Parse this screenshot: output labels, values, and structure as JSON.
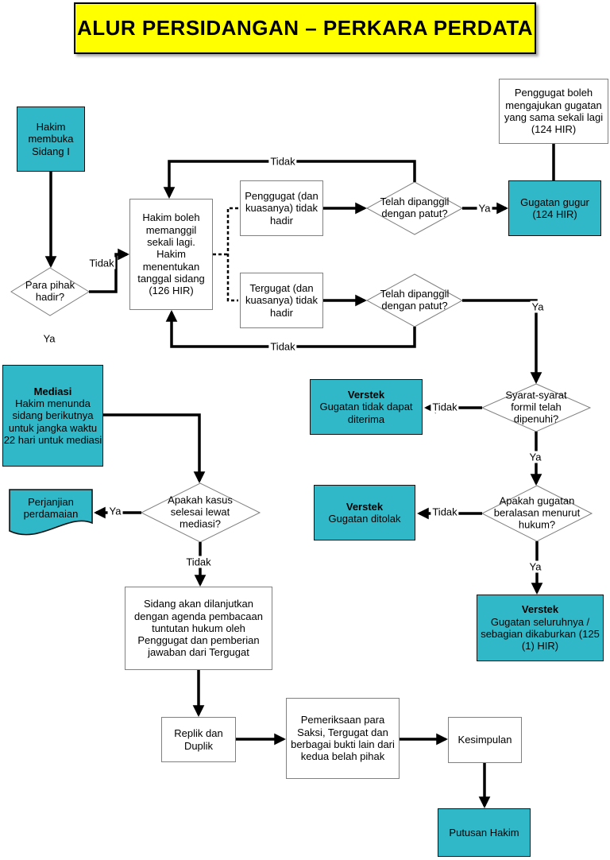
{
  "title": "ALUR PERSIDANGAN – PERKARA PERDATA",
  "colors": {
    "accent_teal": "#30B8C8",
    "title_yellow": "#FFFF00",
    "line_black": "#000000",
    "box_border_gray": "#808080"
  },
  "nodes": {
    "hakim_membuka": "Hakim membuka Sidang I",
    "para_pihak": "Para pihak hadir?",
    "hakim_boleh": "Hakim boleh memanggil sekali lagi. Hakim menentukan tanggal sidang (126 HIR)",
    "penggugat_absen": "Penggugat (dan kuasanya) tidak hadir",
    "tergugat_absen": "Tergugat (dan kuasanya) tidak hadir",
    "dipanggil_1": "Telah dipanggil dengan patut?",
    "dipanggil_2": "Telah dipanggil dengan patut?",
    "penggugat_boleh": "Penggugat boleh mengajukan gugatan yang sama sekali lagi (124 HIR)",
    "gugatan_gugur": "Gugatan gugur (124 HIR)",
    "mediasi_title": "Mediasi",
    "mediasi_body": "Hakim menunda sidang berikutnya untuk jangka waktu 22 hari untuk mediasi",
    "verstek_1_title": "Verstek",
    "verstek_1_body": "Gugatan tidak dapat diterima",
    "syarat_formil": "Syarat-syarat formil telah dipenuhi?",
    "verstek_2_title": "Verstek",
    "verstek_2_body": "Gugatan ditolak",
    "gugatan_beralasan": "Apakah gugatan beralasan menurut hukum?",
    "verstek_3_title": "Verstek",
    "verstek_3_body": "Gugatan seluruhnya / sebagian dikaburkan (125 (1) HIR)",
    "perjanjian": "Perjanjian perdamaian",
    "kasus_selesai": "Apakah kasus selesai lewat mediasi?",
    "sidang_lanjut": "Sidang akan dilanjutkan dengan agenda pembacaan tuntutan hukum oleh Penggugat dan pemberian jawaban dari Tergugat",
    "replik": "Replik dan Duplik",
    "pemeriksaan": "Pemeriksaan para Saksi, Tergugat dan berbagai bukti lain dari kedua belah pihak",
    "kesimpulan": "Kesimpulan",
    "putusan": "Putusan Hakim"
  },
  "edge_labels": {
    "tidak_loop_top": "Tidak",
    "tidak_para_pihak": "Tidak",
    "ya_para_pihak": "Ya",
    "ya_gugatan_gugur": "Ya",
    "tidak_loop_bottom": "Tidak",
    "ya_dipanggil_2": "Ya",
    "tidak_syarat": "Tidak",
    "ya_syarat": "Ya",
    "tidak_beralasan": "Tidak",
    "ya_beralasan": "Ya",
    "ya_mediasi": "Ya",
    "tidak_kasus": "Tidak"
  }
}
